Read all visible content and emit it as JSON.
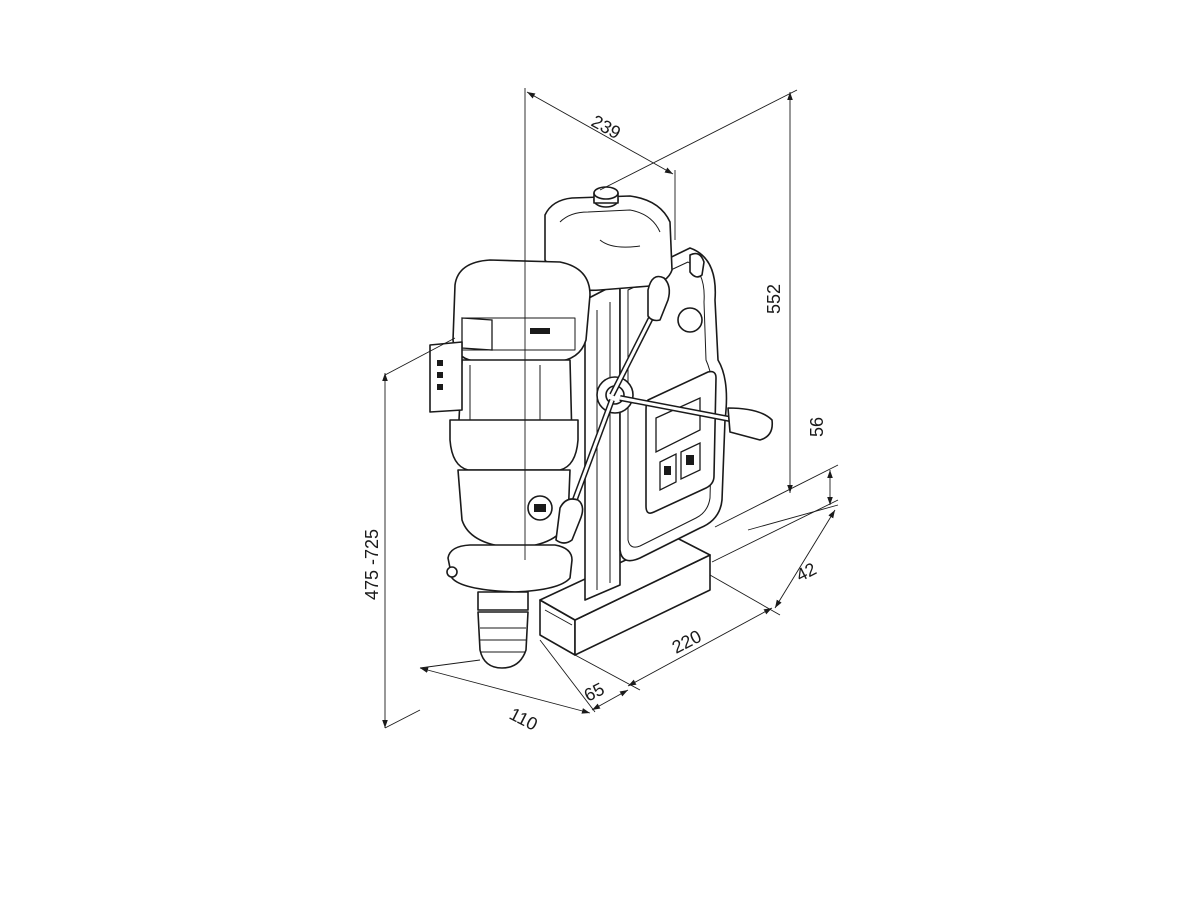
{
  "drawing": {
    "dimensions": {
      "top_width": "239",
      "total_height": "552",
      "upper_height": "56",
      "base_depth": "42",
      "base_length": "220",
      "offset_front": "65",
      "spindle_offset": "110",
      "stroke_range": "475 -725"
    }
  }
}
